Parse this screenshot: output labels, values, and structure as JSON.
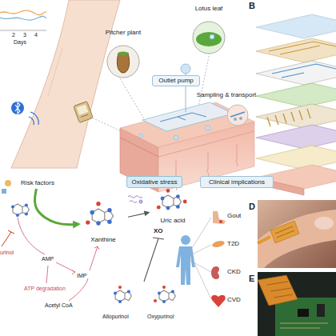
{
  "diagram": {
    "nodes": [
      {
        "text": [
          "Pitcher plant"
        ]
      },
      {
        "text": [
          "Lotus leaf"
        ]
      },
      {
        "text": [
          "Outlet pump"
        ]
      },
      {
        "text": [
          "Sampling & transport"
        ]
      },
      {
        "text": [
          "Risk factors"
        ]
      },
      {
        "text": [
          "Xanthine"
        ]
      },
      {
        "text": [
          "Oxidative stress"
        ]
      },
      {
        "text": [
          "Uric acid"
        ]
      },
      {
        "text": [
          "Clinical implications"
        ]
      }
    ],
    "edges": [
      {
        "from": 4,
        "to": 5,
        "arrow": "to"
      },
      {
        "from": 5,
        "to": 7,
        "arrow": "to"
      }
    ],
    "labels": [
      "2",
      "3",
      "4",
      "Days",
      "B",
      "XO",
      "AMP",
      "IMP",
      "ATP degradation",
      "Acetyl CoA",
      "Allopurinol",
      "Oxypurinol",
      "urinol",
      "Gout",
      "T2D",
      "CKD",
      "CVD",
      "D",
      "E"
    ]
  }
}
